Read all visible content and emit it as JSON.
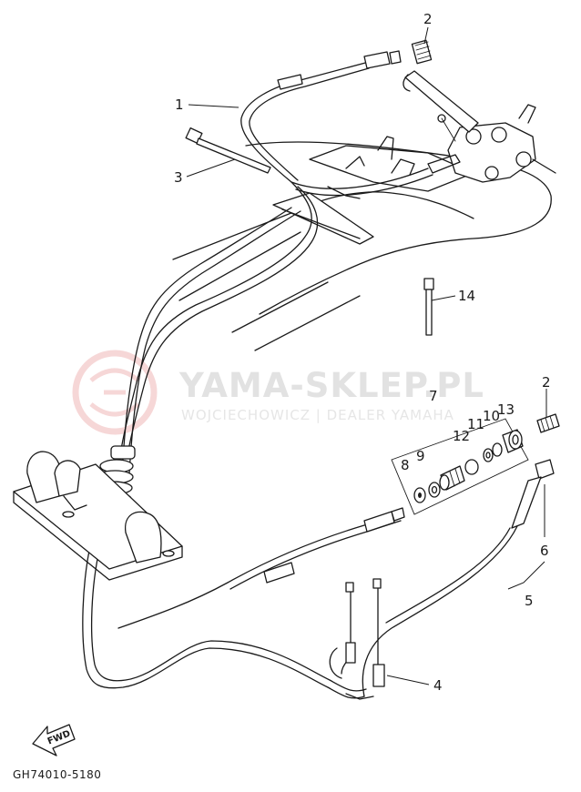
{
  "watermark": {
    "title": "YAMA-SKLEP.PL",
    "subtitle": "WOJCIECHOWICZ | DEALER YAMAHA"
  },
  "diagram_code": "GH74010-5180",
  "fwd_label": "FWD",
  "callouts": [
    {
      "id": "1",
      "label": "1"
    },
    {
      "id": "2a",
      "label": "2"
    },
    {
      "id": "2b",
      "label": "2"
    },
    {
      "id": "3",
      "label": "3"
    },
    {
      "id": "4",
      "label": "4"
    },
    {
      "id": "5",
      "label": "5"
    },
    {
      "id": "6",
      "label": "6"
    },
    {
      "id": "7",
      "label": "7"
    },
    {
      "id": "8",
      "label": "8"
    },
    {
      "id": "9",
      "label": "9"
    },
    {
      "id": "10",
      "label": "10"
    },
    {
      "id": "11",
      "label": "11"
    },
    {
      "id": "12",
      "label": "12"
    },
    {
      "id": "13",
      "label": "13"
    },
    {
      "id": "14",
      "label": "14"
    }
  ],
  "colors": {
    "line": "#1a1a1a",
    "watermark_text": "#e2e2e2",
    "watermark_logo": "#f2c4c4"
  }
}
